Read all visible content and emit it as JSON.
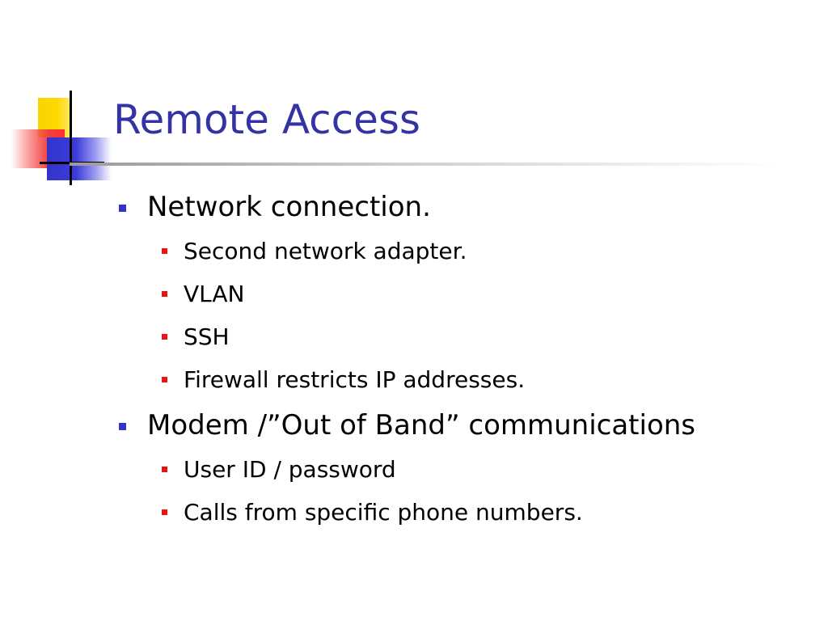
{
  "title": "Remote Access",
  "bullets": [
    {
      "text": "Network connection.",
      "children": [
        "Second network adapter.",
        "VLAN",
        "SSH",
        "Firewall restricts IP addresses."
      ]
    },
    {
      "text": "Modem /”Out of Band” communications",
      "children": [
        "User ID / password",
        "Calls from specific phone numbers."
      ]
    }
  ],
  "colors": {
    "title": "#3333a6",
    "bullet_level1": "#3333cc",
    "bullet_level2": "#ee1111",
    "logo_yellow": "#ffd800",
    "logo_red": "#ff3030",
    "logo_blue": "#3333cc"
  }
}
